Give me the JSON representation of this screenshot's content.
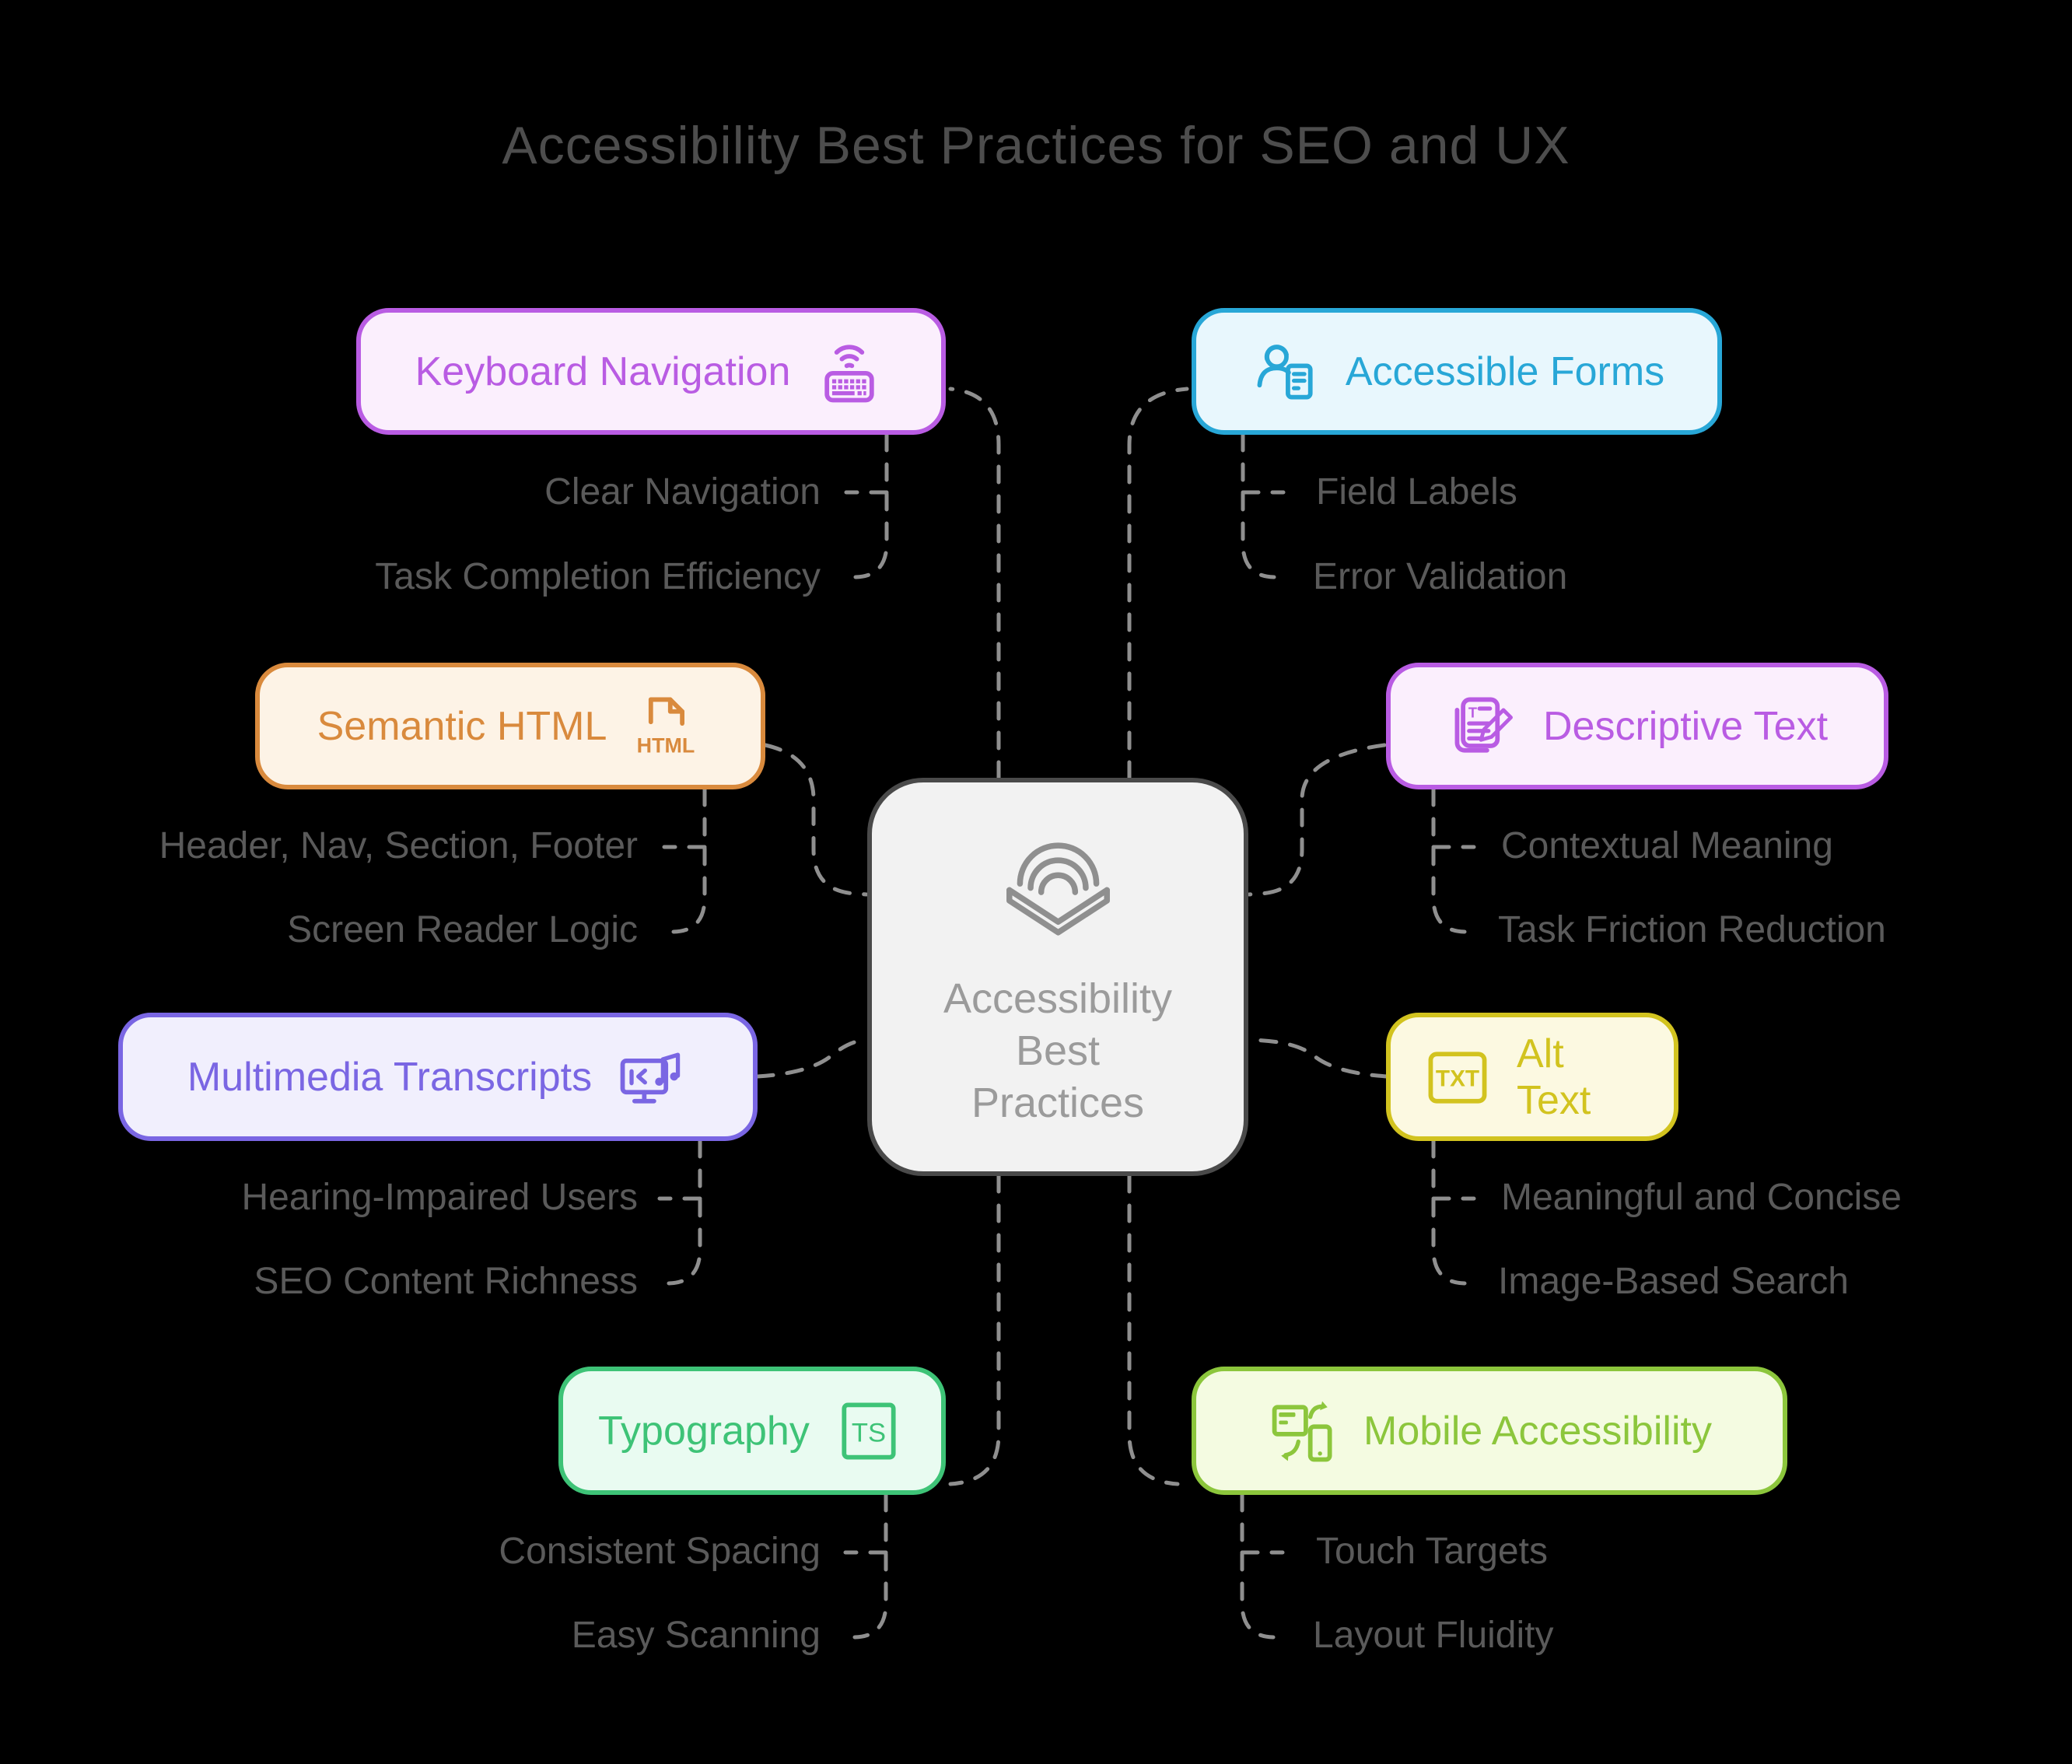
{
  "title": "Accessibility Best Practices for SEO and UX",
  "colors": {
    "background": "#000000",
    "title": "#4d4d4d",
    "connector": "#8f8f8f",
    "sublabel": "#5a5a5a",
    "center_fill": "#f2f2f2",
    "center_border": "#4a4a4a",
    "center_text": "#9b9b9b",
    "center_icon": "#8f8f8f"
  },
  "center": {
    "icon": "audiobook-arcs-icon",
    "label": "Accessibility Best Practices",
    "lines": [
      "Accessibility",
      "Best",
      "Practices"
    ]
  },
  "branches": [
    {
      "id": "keyboard-navigation",
      "label": "Keyboard Navigation",
      "icon": "wireless-keyboard-icon",
      "side": "left",
      "color": "#b95ce3",
      "fill": "#fbeffd",
      "children": [
        "Clear Navigation",
        "Task Completion Efficiency"
      ]
    },
    {
      "id": "accessible-forms",
      "label": "Accessible Forms",
      "icon": "support-agent-form-icon",
      "side": "right",
      "color": "#28a7d7",
      "fill": "#e8f7fd",
      "children": [
        "Field Labels",
        "Error Validation"
      ]
    },
    {
      "id": "semantic-html",
      "label": "Semantic HTML",
      "icon": "html-file-icon",
      "side": "left",
      "color": "#d98a3d",
      "fill": "#fdf3e6",
      "children": [
        "Header, Nav, Section, Footer",
        "Screen Reader Logic"
      ]
    },
    {
      "id": "descriptive-text",
      "label": "Descriptive Text",
      "icon": "document-edit-icon",
      "side": "right",
      "color": "#b95ce3",
      "fill": "#fbeffd",
      "children": [
        "Contextual Meaning",
        "Task Friction Reduction"
      ]
    },
    {
      "id": "multimedia-transcripts",
      "label": "Multimedia Transcripts",
      "icon": "monitor-music-icon",
      "side": "left",
      "color": "#7a66e3",
      "fill": "#f1effd",
      "children": [
        "Hearing-Impaired Users",
        "SEO Content Richness"
      ]
    },
    {
      "id": "alt-text",
      "label": "Alt Text",
      "icon": "txt-box-icon",
      "side": "right",
      "color": "#d2c31f",
      "fill": "#fcf9e1",
      "children": [
        "Meaningful and Concise",
        "Image-Based Search"
      ]
    },
    {
      "id": "typography",
      "label": "Typography",
      "icon": "ts-box-icon",
      "side": "left",
      "color": "#3ec377",
      "fill": "#e9fbf1",
      "children": [
        "Consistent Spacing",
        "Easy Scanning"
      ]
    },
    {
      "id": "mobile-accessibility",
      "label": "Mobile Accessibility",
      "icon": "responsive-sync-icon",
      "side": "right",
      "color": "#8cc63c",
      "fill": "#f4fbe1",
      "children": [
        "Touch Targets",
        "Layout Fluidity"
      ]
    }
  ]
}
